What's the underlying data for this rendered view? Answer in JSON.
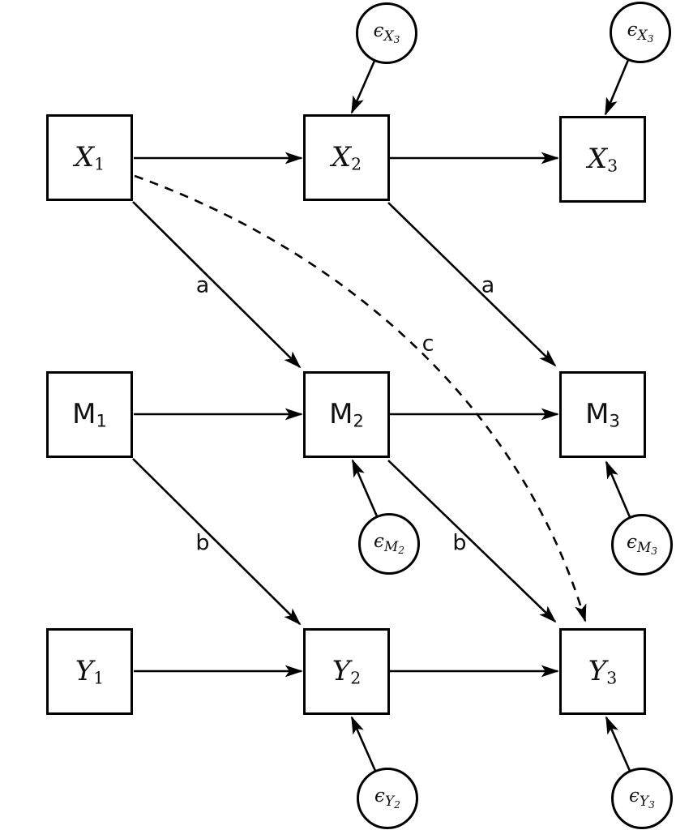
{
  "colors": {
    "line": "#000000",
    "background": "#ffffff",
    "text": "#111111"
  },
  "boxes": [
    {
      "base": "X",
      "sub": "1"
    },
    {
      "base": "X",
      "sub": "2"
    },
    {
      "base": "X",
      "sub": "3"
    },
    {
      "base": "M",
      "sub": "1"
    },
    {
      "base": "M",
      "sub": "2"
    },
    {
      "base": "M",
      "sub": "3"
    },
    {
      "base": "Y",
      "sub": "1"
    },
    {
      "base": "Y",
      "sub": "2"
    },
    {
      "base": "Y",
      "sub": "3"
    }
  ],
  "circles": [
    {
      "eps": "ϵ",
      "var": "X",
      "idx": "3",
      "attached_to": "X2"
    },
    {
      "eps": "ϵ",
      "var": "X",
      "idx": "3",
      "attached_to": "X3"
    },
    {
      "eps": "ϵ",
      "var": "M",
      "idx": "2",
      "attached_to": "M2"
    },
    {
      "eps": "ϵ",
      "var": "M",
      "idx": "3",
      "attached_to": "M3"
    },
    {
      "eps": "ϵ",
      "var": "Y",
      "idx": "2",
      "attached_to": "Y2"
    },
    {
      "eps": "ϵ",
      "var": "Y",
      "idx": "3",
      "attached_to": "Y3"
    }
  ],
  "edges": [
    {
      "from": "X1",
      "to": "X2",
      "style": "solid",
      "label": ""
    },
    {
      "from": "X2",
      "to": "X3",
      "style": "solid",
      "label": ""
    },
    {
      "from": "M1",
      "to": "M2",
      "style": "solid",
      "label": ""
    },
    {
      "from": "M2",
      "to": "M3",
      "style": "solid",
      "label": ""
    },
    {
      "from": "Y1",
      "to": "Y2",
      "style": "solid",
      "label": ""
    },
    {
      "from": "Y2",
      "to": "Y3",
      "style": "solid",
      "label": ""
    },
    {
      "from": "X1",
      "to": "M2",
      "style": "solid",
      "label": "a"
    },
    {
      "from": "X2",
      "to": "M3",
      "style": "solid",
      "label": "a"
    },
    {
      "from": "M1",
      "to": "Y2",
      "style": "solid",
      "label": "b"
    },
    {
      "from": "M2",
      "to": "Y3",
      "style": "solid",
      "label": "b"
    },
    {
      "from": "X1",
      "to": "Y3",
      "style": "dashed",
      "label": "c"
    },
    {
      "from": "ϵX3",
      "to": "X2",
      "style": "solid",
      "label": ""
    },
    {
      "from": "ϵX3",
      "to": "X3",
      "style": "solid",
      "label": ""
    },
    {
      "from": "ϵM2",
      "to": "M2",
      "style": "solid",
      "label": ""
    },
    {
      "from": "ϵM3",
      "to": "M3",
      "style": "solid",
      "label": ""
    },
    {
      "from": "ϵY2",
      "to": "Y2",
      "style": "solid",
      "label": ""
    },
    {
      "from": "ϵY3",
      "to": "Y3",
      "style": "solid",
      "label": ""
    }
  ]
}
